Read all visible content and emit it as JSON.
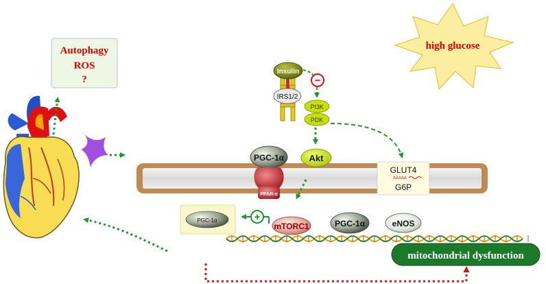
{
  "stimulus": {
    "label": "high glucose",
    "fill": "#fbeea0",
    "text_color": "#e00000"
  },
  "outcomes": {
    "line1": "Autophagy",
    "line2": "ROS",
    "line3": "?",
    "text_color": "#e00000",
    "fill": "#eef7e4"
  },
  "receptor": {
    "ligand": "Insulin",
    "substrate": "IRS1/2",
    "inhibit_symbol": "−"
  },
  "kinases": {
    "pi3k": "PI3K",
    "pdk": "PDK",
    "akt": "Akt"
  },
  "membrane": {
    "pgc_top": "PGC-1α",
    "ppar": "PPAR-α",
    "glut4": "GLUT4",
    "mrna": "AAAAA",
    "g6p": "G6P"
  },
  "nucleus": {
    "pgc_box": "PGC-1α",
    "activate_symbol": "+",
    "mtorc1": "mTORC1",
    "pgc_dna": "PGC-1α",
    "enos": "eNOS"
  },
  "outcome_box": {
    "label": "mitochondrial dysfunction",
    "fill": "#1b7a2a"
  },
  "colors": {
    "arrow_green": "#1a9a2a",
    "arrow_red": "#e01010",
    "membrane_border": "#c08a55",
    "membrane_fill": "#e6e6e6",
    "ligand_fill": "#7a8a00",
    "kinase_fill": "#c7e000",
    "heart_fill": "#f7dc54",
    "vessel_red": "#e01010",
    "vessel_blue": "#2a5ad6",
    "purple": "#a24ee0"
  },
  "icons": {
    "heart": "heart-icon",
    "drug": "tri-lobed-ligand-icon",
    "dna": "dna-helix-icon"
  }
}
